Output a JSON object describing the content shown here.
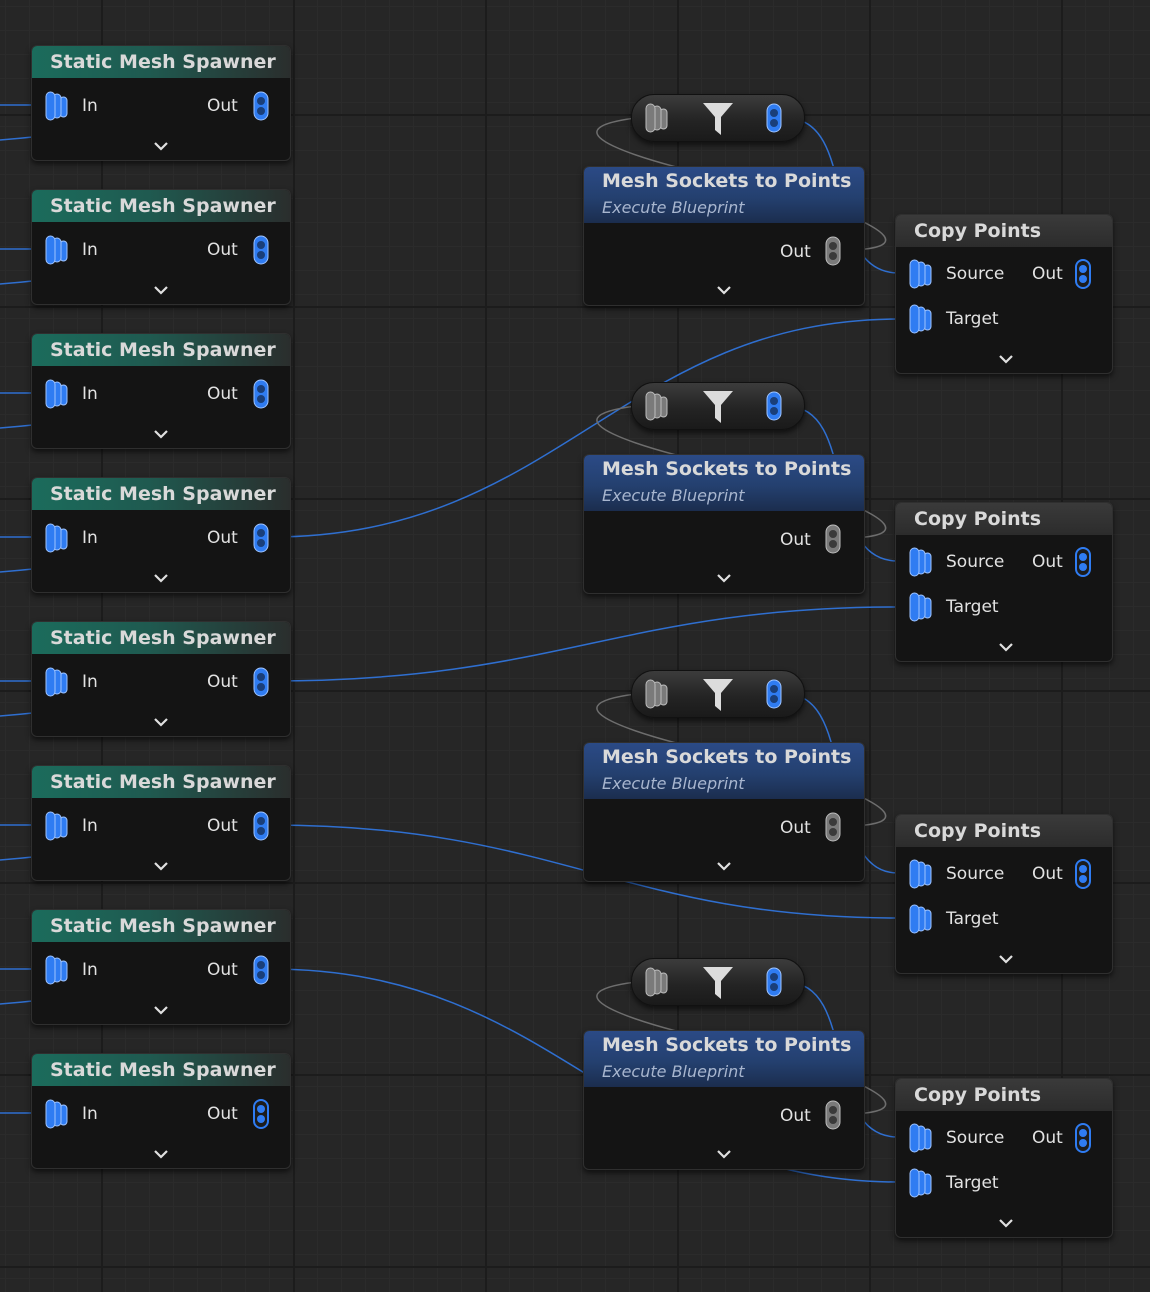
{
  "colors": {
    "pin_blue": "#2f7cf2",
    "pin_gray": "#8a8a8a",
    "wire_blue": "#2f6fd0",
    "wire_gray": "#6e6e6e",
    "spawner_header": "#1b6c5c",
    "mesh_header": "#2b4a86",
    "copy_header": "#3a3a3a"
  },
  "icons": {
    "point_data_pin": "point-data-pin-icon",
    "filter": "filter-icon",
    "expand": "chevron-down-icon"
  },
  "spawners": [
    {
      "title": "Static Mesh Spawner",
      "in_label": "In",
      "out_label": "Out"
    },
    {
      "title": "Static Mesh Spawner",
      "in_label": "In",
      "out_label": "Out"
    },
    {
      "title": "Static Mesh Spawner",
      "in_label": "In",
      "out_label": "Out"
    },
    {
      "title": "Static Mesh Spawner",
      "in_label": "In",
      "out_label": "Out"
    },
    {
      "title": "Static Mesh Spawner",
      "in_label": "In",
      "out_label": "Out"
    },
    {
      "title": "Static Mesh Spawner",
      "in_label": "In",
      "out_label": "Out"
    },
    {
      "title": "Static Mesh Spawner",
      "in_label": "In",
      "out_label": "Out"
    },
    {
      "title": "Static Mesh Spawner",
      "in_label": "In",
      "out_label": "Out"
    }
  ],
  "mesh_sockets": [
    {
      "title": "Mesh Sockets to Points",
      "subtitle": "Execute Blueprint",
      "out_label": "Out"
    },
    {
      "title": "Mesh Sockets to Points",
      "subtitle": "Execute Blueprint",
      "out_label": "Out"
    },
    {
      "title": "Mesh Sockets to Points",
      "subtitle": "Execute Blueprint",
      "out_label": "Out"
    },
    {
      "title": "Mesh Sockets to Points",
      "subtitle": "Execute Blueprint",
      "out_label": "Out"
    }
  ],
  "copy_points": [
    {
      "title": "Copy Points",
      "source_label": "Source",
      "target_label": "Target",
      "out_label": "Out"
    },
    {
      "title": "Copy Points",
      "source_label": "Source",
      "target_label": "Target",
      "out_label": "Out"
    },
    {
      "title": "Copy Points",
      "source_label": "Source",
      "target_label": "Target",
      "out_label": "Out"
    },
    {
      "title": "Copy Points",
      "source_label": "Source",
      "target_label": "Target",
      "out_label": "Out"
    }
  ]
}
